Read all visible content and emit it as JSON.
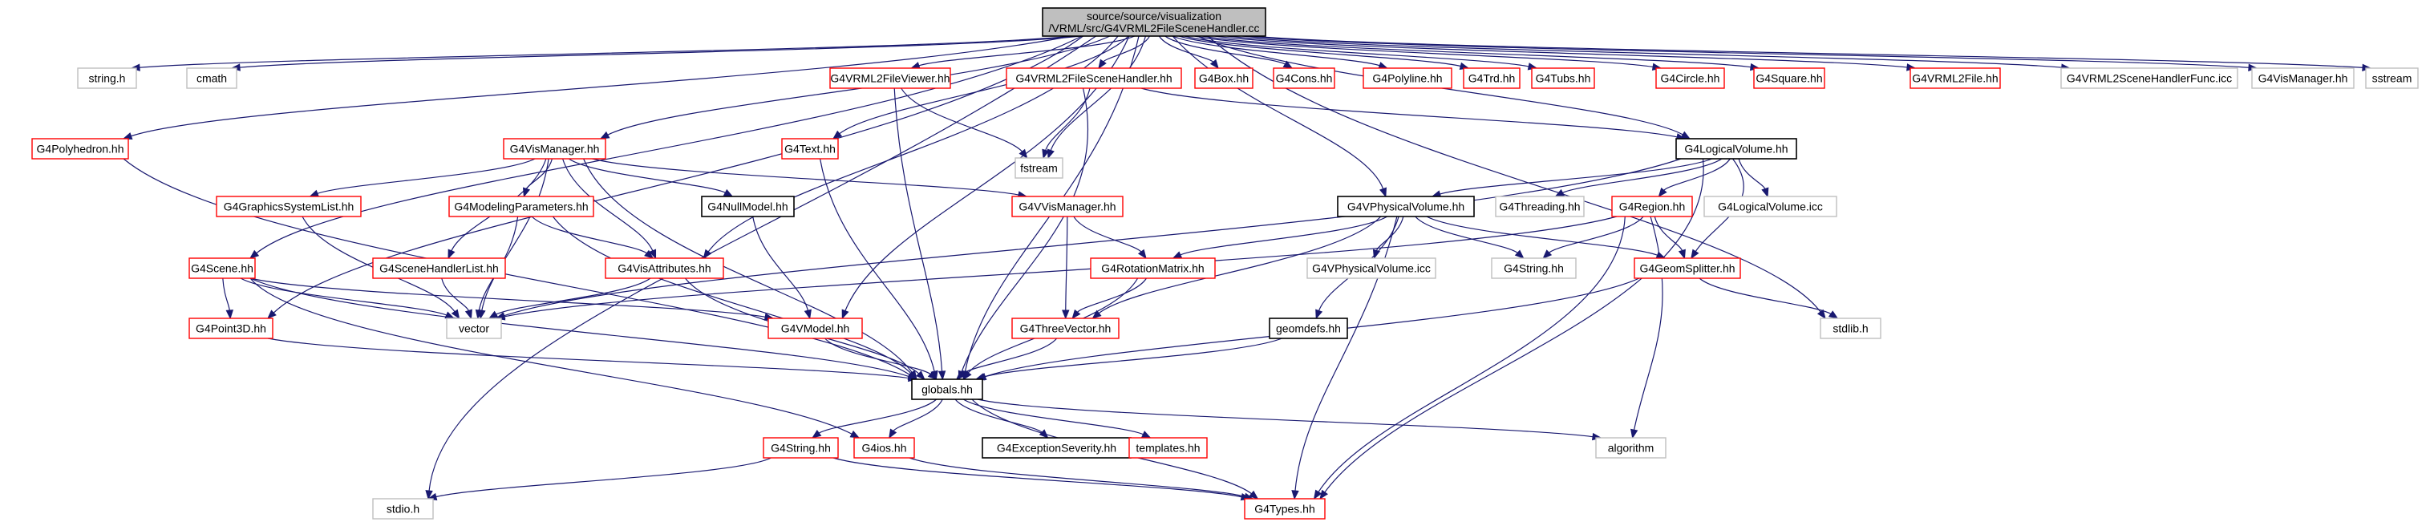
{
  "diagram": {
    "type": "include-dependency-graph",
    "colors": {
      "edge": "#191970",
      "root_fill": "#bfbfbf",
      "linked": "#ff0000",
      "external": "#bfbfbf",
      "plain": "#000000",
      "text": "#000000"
    },
    "nodes": [
      {
        "id": "root",
        "lines": [
          "source/source/visualization",
          "/VRML/src/G4VRML2FileSceneHandler.cc"
        ],
        "kind": "root"
      },
      {
        "id": "stringh",
        "lines": [
          "string.h"
        ],
        "kind": "external"
      },
      {
        "id": "cmath",
        "lines": [
          "cmath"
        ],
        "kind": "external"
      },
      {
        "id": "g4vrml2fileviewer",
        "lines": [
          "G4VRML2FileViewer.hh"
        ],
        "kind": "linked"
      },
      {
        "id": "g4vrml2filescenehandler",
        "lines": [
          "G4VRML2FileSceneHandler.hh"
        ],
        "kind": "linked"
      },
      {
        "id": "g4box",
        "lines": [
          "G4Box.hh"
        ],
        "kind": "linked"
      },
      {
        "id": "g4cons",
        "lines": [
          "G4Cons.hh"
        ],
        "kind": "linked"
      },
      {
        "id": "g4polyline",
        "lines": [
          "G4Polyline.hh"
        ],
        "kind": "linked"
      },
      {
        "id": "g4trd",
        "lines": [
          "G4Trd.hh"
        ],
        "kind": "linked"
      },
      {
        "id": "g4tubs",
        "lines": [
          "G4Tubs.hh"
        ],
        "kind": "linked"
      },
      {
        "id": "g4circle",
        "lines": [
          "G4Circle.hh"
        ],
        "kind": "linked"
      },
      {
        "id": "g4square",
        "lines": [
          "G4Square.hh"
        ],
        "kind": "linked"
      },
      {
        "id": "g4vrml2file",
        "lines": [
          "G4VRML2File.hh"
        ],
        "kind": "linked"
      },
      {
        "id": "g4vrml2scenehandlerfunc",
        "lines": [
          "G4VRML2SceneHandlerFunc.icc"
        ],
        "kind": "external"
      },
      {
        "id": "g4vismanager_top",
        "lines": [
          "G4VisManager.hh"
        ],
        "kind": "external"
      },
      {
        "id": "sstream",
        "lines": [
          "sstream"
        ],
        "kind": "external"
      },
      {
        "id": "g4polyhedron",
        "lines": [
          "G4Polyhedron.hh"
        ],
        "kind": "linked"
      },
      {
        "id": "g4vismanager",
        "lines": [
          "G4VisManager.hh"
        ],
        "kind": "linked"
      },
      {
        "id": "g4text",
        "lines": [
          "G4Text.hh"
        ],
        "kind": "linked"
      },
      {
        "id": "fstream",
        "lines": [
          "fstream"
        ],
        "kind": "external"
      },
      {
        "id": "g4logicalvolume",
        "lines": [
          "G4LogicalVolume.hh"
        ],
        "kind": "plain"
      },
      {
        "id": "g4graphicssystemlist",
        "lines": [
          "G4GraphicsSystemList.hh"
        ],
        "kind": "linked"
      },
      {
        "id": "g4modelingparameters",
        "lines": [
          "G4ModelingParameters.hh"
        ],
        "kind": "linked"
      },
      {
        "id": "g4nullmodel",
        "lines": [
          "G4NullModel.hh"
        ],
        "kind": "plain"
      },
      {
        "id": "g4vvismanager",
        "lines": [
          "G4VVisManager.hh"
        ],
        "kind": "linked"
      },
      {
        "id": "g4threading",
        "lines": [
          "G4Threading.hh"
        ],
        "kind": "external"
      },
      {
        "id": "g4region",
        "lines": [
          "G4Region.hh"
        ],
        "kind": "linked"
      },
      {
        "id": "g4logicalvolumeicc",
        "lines": [
          "G4LogicalVolume.icc"
        ],
        "kind": "external"
      },
      {
        "id": "g4vphysicalvolume",
        "lines": [
          "G4VPhysicalVolume.hh"
        ],
        "kind": "plain"
      },
      {
        "id": "g4scene",
        "lines": [
          "G4Scene.hh"
        ],
        "kind": "linked"
      },
      {
        "id": "g4scenehandlerlist",
        "lines": [
          "G4SceneHandlerList.hh"
        ],
        "kind": "linked"
      },
      {
        "id": "g4visattributes",
        "lines": [
          "G4VisAttributes.hh"
        ],
        "kind": "linked"
      },
      {
        "id": "g4rotationmatrix",
        "lines": [
          "G4RotationMatrix.hh"
        ],
        "kind": "linked"
      },
      {
        "id": "g4vphysicalvolumeicc",
        "lines": [
          "G4VPhysicalVolume.icc"
        ],
        "kind": "external"
      },
      {
        "id": "g4string_mid",
        "lines": [
          "G4String.hh"
        ],
        "kind": "external"
      },
      {
        "id": "g4geomsplitter",
        "lines": [
          "G4GeomSplitter.hh"
        ],
        "kind": "linked"
      },
      {
        "id": "g4point3d",
        "lines": [
          "G4Point3D.hh"
        ],
        "kind": "linked"
      },
      {
        "id": "vector",
        "lines": [
          "vector"
        ],
        "kind": "external"
      },
      {
        "id": "g4vmodel",
        "lines": [
          "G4VModel.hh"
        ],
        "kind": "linked"
      },
      {
        "id": "g4threevector",
        "lines": [
          "G4ThreeVector.hh"
        ],
        "kind": "linked"
      },
      {
        "id": "geomdefs",
        "lines": [
          "geomdefs.hh"
        ],
        "kind": "plain"
      },
      {
        "id": "stdlib",
        "lines": [
          "stdlib.h"
        ],
        "kind": "external"
      },
      {
        "id": "globals",
        "lines": [
          "globals.hh"
        ],
        "kind": "plain"
      },
      {
        "id": "algorithm",
        "lines": [
          "algorithm"
        ],
        "kind": "external"
      },
      {
        "id": "g4string",
        "lines": [
          "G4String.hh"
        ],
        "kind": "linked"
      },
      {
        "id": "g4ios",
        "lines": [
          "G4ios.hh"
        ],
        "kind": "linked"
      },
      {
        "id": "g4exceptionseverity",
        "lines": [
          "G4ExceptionSeverity.hh"
        ],
        "kind": "plain"
      },
      {
        "id": "templates",
        "lines": [
          "templates.hh"
        ],
        "kind": "linked"
      },
      {
        "id": "stdio",
        "lines": [
          "stdio.h"
        ],
        "kind": "external"
      },
      {
        "id": "g4types",
        "lines": [
          "G4Types.hh"
        ],
        "kind": "linked"
      }
    ],
    "edges": [
      [
        "root",
        "stdio"
      ],
      [
        "root",
        "stringh"
      ],
      [
        "root",
        "cmath"
      ],
      [
        "root",
        "g4polyhedron"
      ],
      [
        "root",
        "g4scene"
      ],
      [
        "root",
        "g4point3d"
      ],
      [
        "root",
        "g4vismanager"
      ],
      [
        "root",
        "g4visattributes"
      ],
      [
        "root",
        "g4vmodel"
      ],
      [
        "root",
        "g4text"
      ],
      [
        "root",
        "globals"
      ],
      [
        "root",
        "fstream"
      ],
      [
        "root",
        "g4vrml2fileviewer"
      ],
      [
        "root",
        "g4vrml2filescenehandler"
      ],
      [
        "root",
        "g4box"
      ],
      [
        "root",
        "g4cons"
      ],
      [
        "root",
        "g4polyline"
      ],
      [
        "root",
        "g4trd"
      ],
      [
        "root",
        "g4tubs"
      ],
      [
        "root",
        "g4vphysicalvolume"
      ],
      [
        "root",
        "g4logicalvolume"
      ],
      [
        "root",
        "g4circle"
      ],
      [
        "root",
        "g4square"
      ],
      [
        "root",
        "stdlib"
      ],
      [
        "root",
        "g4vrml2file"
      ],
      [
        "root",
        "g4vrml2scenehandlerfunc"
      ],
      [
        "root",
        "g4vismanager_top"
      ],
      [
        "root",
        "sstream"
      ],
      [
        "g4vrml2fileviewer",
        "fstream"
      ],
      [
        "g4vrml2fileviewer",
        "globals"
      ],
      [
        "g4vrml2filescenehandler",
        "fstream"
      ],
      [
        "g4vrml2filescenehandler",
        "g4logicalvolume"
      ],
      [
        "g4vrml2filescenehandler",
        "globals"
      ],
      [
        "g4polyhedron",
        "globals"
      ],
      [
        "g4vismanager",
        "g4graphicssystemlist"
      ],
      [
        "g4vismanager",
        "g4modelingparameters"
      ],
      [
        "g4vismanager",
        "g4nullmodel"
      ],
      [
        "g4vismanager",
        "g4vvismanager"
      ],
      [
        "g4vismanager",
        "g4scenehandlerlist"
      ],
      [
        "g4vismanager",
        "vector"
      ],
      [
        "g4vismanager",
        "globals"
      ],
      [
        "g4vismanager",
        "g4visattributes"
      ],
      [
        "g4text",
        "globals"
      ],
      [
        "g4logicalvolume",
        "vector"
      ],
      [
        "g4logicalvolume",
        "g4threading"
      ],
      [
        "g4logicalvolume",
        "g4region"
      ],
      [
        "g4logicalvolume",
        "g4logicalvolumeicc"
      ],
      [
        "g4logicalvolume",
        "g4vphysicalvolume"
      ],
      [
        "g4logicalvolume",
        "g4geomsplitter"
      ],
      [
        "g4logicalvolume",
        "g4types"
      ],
      [
        "g4graphicssystemlist",
        "vector"
      ],
      [
        "g4modelingparameters",
        "g4visattributes"
      ],
      [
        "g4modelingparameters",
        "vector"
      ],
      [
        "g4modelingparameters",
        "globals"
      ],
      [
        "g4nullmodel",
        "g4vmodel"
      ],
      [
        "g4vvismanager",
        "g4rotationmatrix"
      ],
      [
        "g4vvismanager",
        "g4threevector"
      ],
      [
        "g4region",
        "g4string_mid"
      ],
      [
        "g4region",
        "g4geomsplitter"
      ],
      [
        "g4region",
        "vector"
      ],
      [
        "g4region",
        "algorithm"
      ],
      [
        "g4region",
        "g4types"
      ],
      [
        "g4vphysicalvolume",
        "g4rotationmatrix"
      ],
      [
        "g4vphysicalvolume",
        "g4threevector"
      ],
      [
        "g4vphysicalvolume",
        "g4vphysicalvolumeicc"
      ],
      [
        "g4vphysicalvolume",
        "g4string_mid"
      ],
      [
        "g4vphysicalvolume",
        "geomdefs"
      ],
      [
        "g4vphysicalvolume",
        "g4geomsplitter"
      ],
      [
        "g4vphysicalvolume",
        "g4types"
      ],
      [
        "g4scene",
        "g4point3d"
      ],
      [
        "g4scene",
        "vector"
      ],
      [
        "g4scene",
        "g4vmodel"
      ],
      [
        "g4scene",
        "globals"
      ],
      [
        "g4scene",
        "g4ios"
      ],
      [
        "g4scenehandlerlist",
        "vector"
      ],
      [
        "g4visattributes",
        "vector"
      ],
      [
        "g4visattributes",
        "globals"
      ],
      [
        "g4rotationmatrix",
        "g4threevector"
      ],
      [
        "g4rotationmatrix",
        "globals"
      ],
      [
        "g4geomsplitter",
        "stdlib"
      ],
      [
        "g4geomsplitter",
        "globals"
      ],
      [
        "g4point3d",
        "globals"
      ],
      [
        "g4vmodel",
        "globals"
      ],
      [
        "g4threevector",
        "globals"
      ],
      [
        "geomdefs",
        "globals"
      ],
      [
        "globals",
        "g4string"
      ],
      [
        "globals",
        "g4ios"
      ],
      [
        "globals",
        "g4exceptionseverity"
      ],
      [
        "globals",
        "templates"
      ],
      [
        "globals",
        "algorithm"
      ],
      [
        "globals",
        "g4types"
      ],
      [
        "g4string",
        "stdio"
      ],
      [
        "g4string",
        "g4types"
      ],
      [
        "g4ios",
        "g4types"
      ]
    ]
  }
}
